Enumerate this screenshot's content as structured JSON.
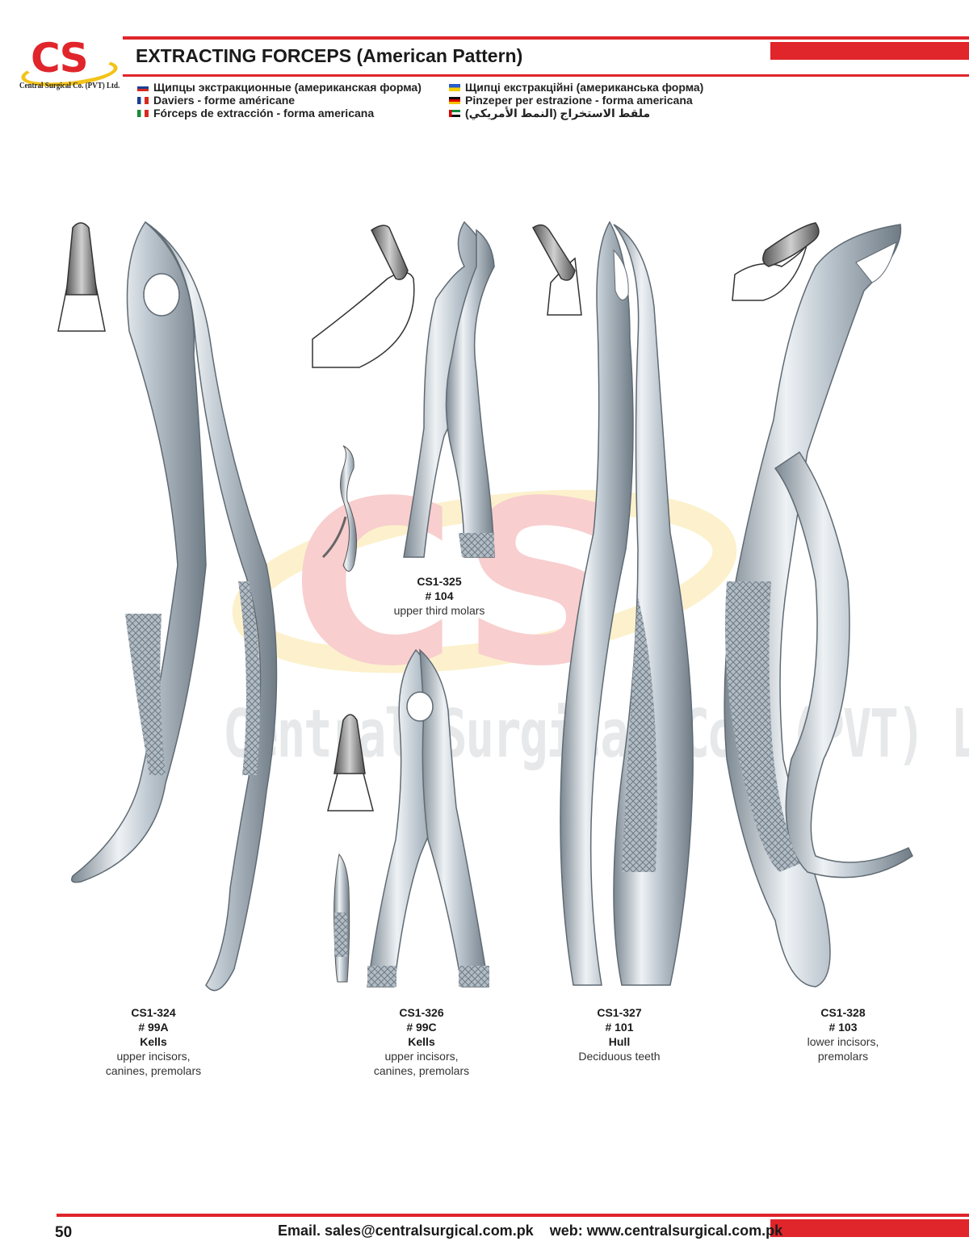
{
  "brand": {
    "logo_text": "CS",
    "company": "Central Surgical Co. (PVT) Ltd.",
    "colors": {
      "red": "#e0252b",
      "yellow": "#f2c31a",
      "steel": "#b9c3cc"
    }
  },
  "header": {
    "title": "EXTRACTING FORCEPS (American Pattern)",
    "translations_left": [
      {
        "flag": "flag-russia-icon",
        "text": "Щипцы экстракционные (американская форма)"
      },
      {
        "flag": "flag-france-icon",
        "text": "Daviers - forme américane"
      },
      {
        "flag": "flag-italy-icon",
        "text": "Fórceps de extracción - forma americana"
      }
    ],
    "translations_right": [
      {
        "flag": "flag-ukraine-icon",
        "text": "Щипці екстракційні (американська форма)"
      },
      {
        "flag": "flag-germany-icon",
        "text": "Pinzeper per estrazione - forma americana"
      },
      {
        "flag": "flag-uae-icon",
        "text": "ملقط الاستخراج (النمط الأمريكي)"
      }
    ]
  },
  "watermark": {
    "text": "Central Surgical Co. (PVT) Ltd."
  },
  "products": [
    {
      "code": "CS1-324",
      "number": "# 99A",
      "name": "Kells",
      "desc1": "upper incisors,",
      "desc2": "canines, premolars"
    },
    {
      "code": "CS1-325",
      "number": "# 104",
      "name": "",
      "desc1": "upper third molars",
      "desc2": ""
    },
    {
      "code": "CS1-326",
      "number": "# 99C",
      "name": "Kells",
      "desc1": "upper incisors,",
      "desc2": "canines, premolars"
    },
    {
      "code": "CS1-327",
      "number": "# 101",
      "name": "Hull",
      "desc1": "Deciduous teeth",
      "desc2": ""
    },
    {
      "code": "CS1-328",
      "number": "# 103",
      "name": "",
      "desc1": "lower incisors,",
      "desc2": "premolars"
    }
  ],
  "footer": {
    "page": "50",
    "contact": "Email. sales@centralsurgical.com.pk    web: www.centralsurgical.com.pk"
  }
}
